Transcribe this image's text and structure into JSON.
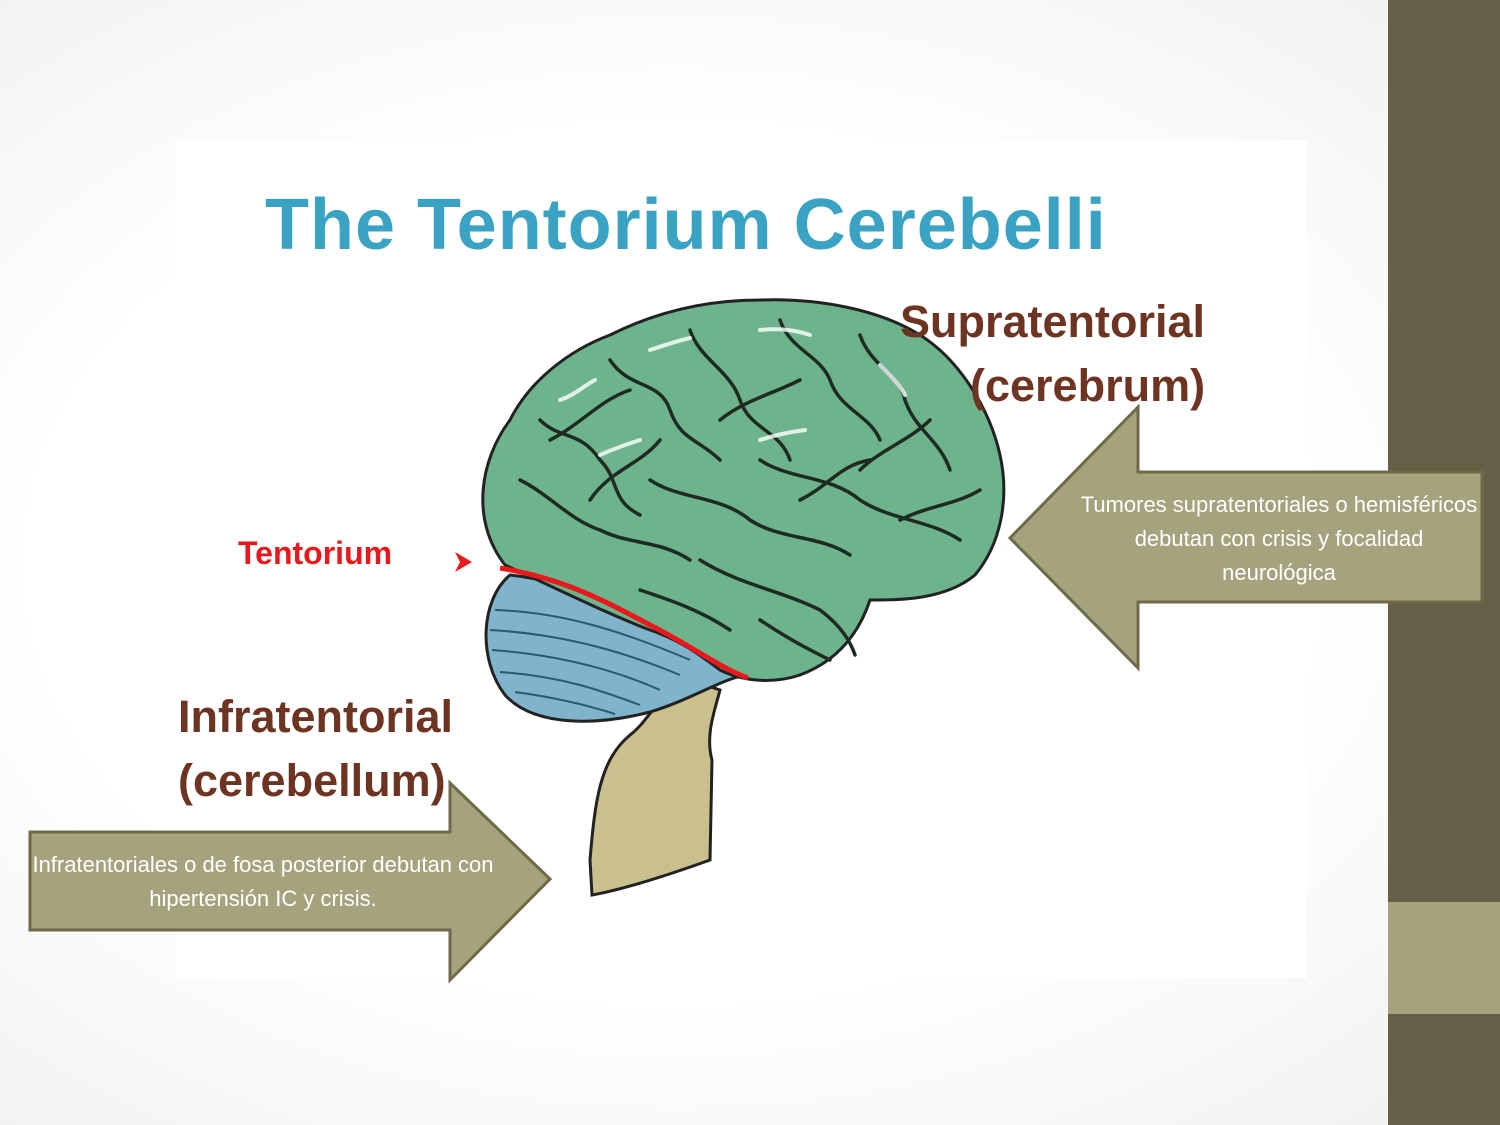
{
  "diagram": {
    "title": "The Tentorium Cerebelli",
    "supratentorial_label": "Supratentorial",
    "cerebrum_label": "(cerebrum)",
    "infratentorial_label": "Infratentorial",
    "cerebellum_label": "(cerebellum)",
    "tentorium_label": "Tentorium"
  },
  "callouts": {
    "supratentorial_text": "Tumores supratentoriales o hemisféricos debutan con crisis y focalidad neurológica",
    "infratentorial_text": "Infratentoriales o de fosa posterior debutan con hipertensión IC y crisis."
  },
  "colors": {
    "title": "#3aa3c4",
    "label_brown": "#6e3422",
    "tentorium_red": "#e8181c",
    "cerebrum_green": "#6db48c",
    "cerebellum_blue": "#7fb4cc",
    "brainstem_tan": "#c9c08e",
    "callout_fill": "#a5a37e",
    "side_bar": "#675e47"
  }
}
